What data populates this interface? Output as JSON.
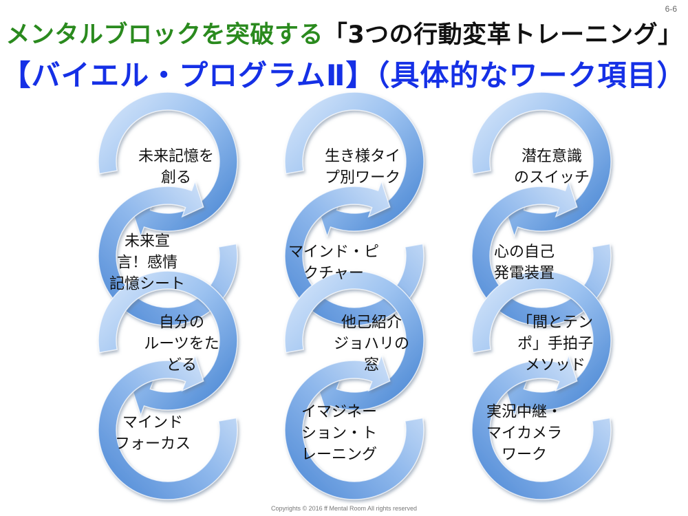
{
  "page_number": "6-6",
  "title": {
    "line1_green": "メンタルブロックを突破する",
    "line1_dark": "「3つの行動変革トレーニング」",
    "line2": "【バイエル・プログラムⅡ】（具体的なワーク項目）"
  },
  "colors": {
    "title_green": "#2a8a1e",
    "title_blue": "#1530e6",
    "arrow_light": "#dbe9fb",
    "arrow_mid": "#7fb0ea",
    "arrow_dark": "#3f7fd0"
  },
  "columns": [
    {
      "items": [
        {
          "lines": [
            "未来記憶を",
            "創る"
          ]
        },
        {
          "lines": [
            "未来宣",
            "言！感情",
            "記憶シート"
          ]
        },
        {
          "lines": [
            "自分の",
            "ルーツをた",
            "どる"
          ]
        },
        {
          "lines": [
            "マインド",
            "フォーカス"
          ]
        }
      ]
    },
    {
      "items": [
        {
          "lines": [
            "生き様タイ",
            "プ別ワーク"
          ]
        },
        {
          "lines": [
            "マインド・ピ",
            "クチャー"
          ]
        },
        {
          "lines": [
            "他己紹介",
            "ジョハリの",
            "窓"
          ]
        },
        {
          "lines": [
            "イマジネー",
            "ション・ト",
            "レーニング"
          ]
        }
      ]
    },
    {
      "items": [
        {
          "lines": [
            "潜在意識",
            "のスイッチ"
          ]
        },
        {
          "lines": [
            "心の自己",
            "発電装置"
          ]
        },
        {
          "lines": [
            "「間とテン",
            "ポ」手拍子",
            "メソッド"
          ]
        },
        {
          "lines": [
            "実況中継・",
            "マイカメラ",
            "ワーク"
          ]
        }
      ]
    }
  ],
  "copyright": "Copyrights © 2016 ff Mental Room All rights reserved"
}
